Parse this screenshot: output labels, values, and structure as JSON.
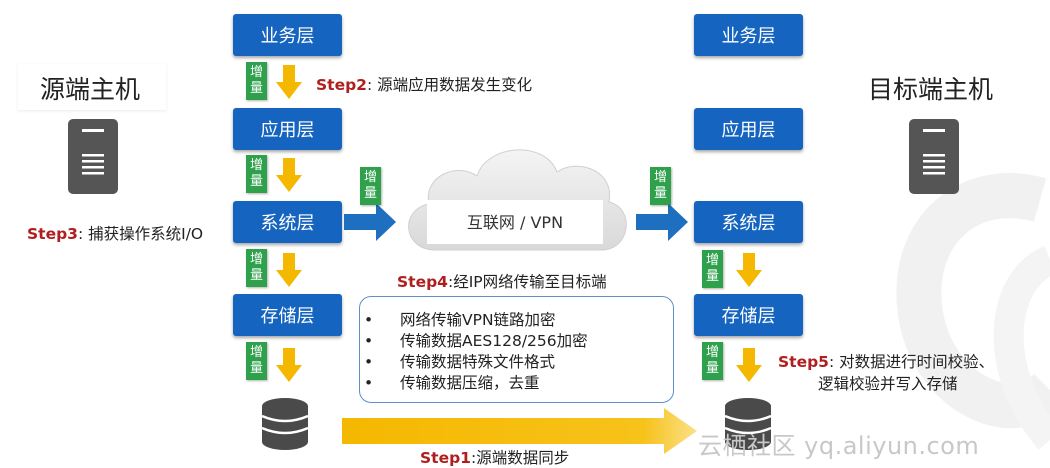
{
  "hosts": {
    "source_label": "源端主机",
    "target_label": "目标端主机"
  },
  "layers": {
    "business": "业务层",
    "application": "应用层",
    "system": "系统层",
    "storage": "存储层"
  },
  "increment_tag": [
    "增",
    "量"
  ],
  "cloud_label": "互联网 / VPN",
  "steps": {
    "step1": {
      "key": "Step1",
      "text": ":源端数据同步"
    },
    "step2": {
      "key": "Step2",
      "text": ": 源端应用数据发生变化"
    },
    "step3": {
      "key": "Step3",
      "text": ": 捕获操作系统I/O"
    },
    "step4": {
      "key": "Step4",
      "text": ":经IP网络传输至目标端"
    },
    "step5": {
      "key": "Step5",
      "text": ": 对数据进行时间校验、",
      "text2": "逻辑校验并写入存储"
    }
  },
  "notes": [
    "网络传输VPN链路加密",
    "传输数据AES128/256加密",
    "传输数据特殊文件格式",
    "传输数据压缩，去重"
  ],
  "watermark": "云栖社区 yq.aliyun.com",
  "colors": {
    "layer_blue": "#1565c0",
    "arrow_yellow": "#f5b800",
    "arrow_blue": "#1f6fc0",
    "tag_green": "#2fa04c",
    "step_red": "#b01e1e"
  }
}
